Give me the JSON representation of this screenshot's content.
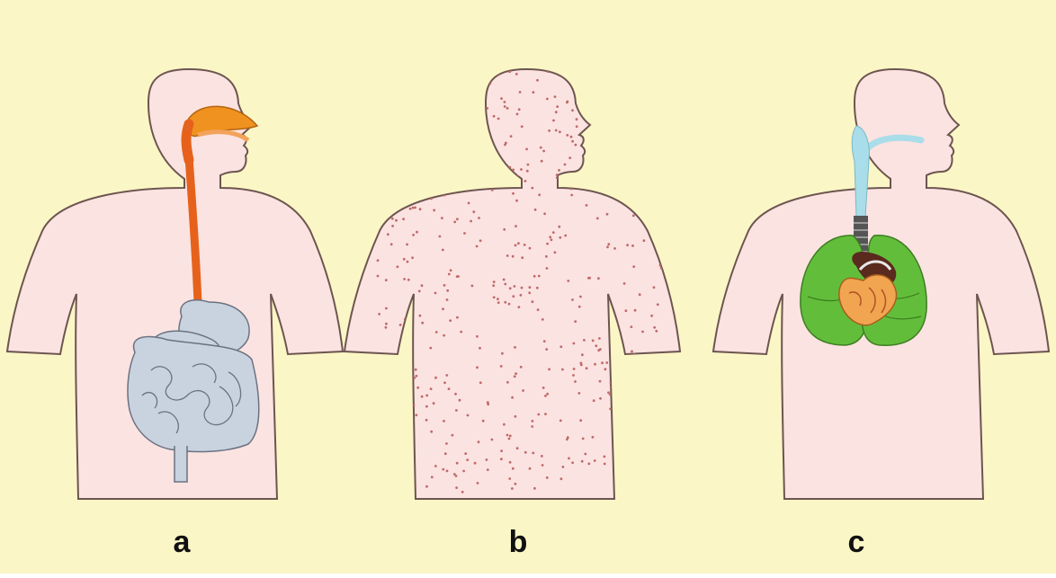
{
  "figure": {
    "colors": {
      "background": "#fbf6c6",
      "body_fill": "#fbe3e1",
      "body_outline": "#6d5550",
      "mouth_organ": "#f0921f",
      "esophagus": "#e6621c",
      "digestive_organs": "#c9d3df",
      "organ_outline": "#6b7280",
      "skin_dots": "#c06a6a",
      "airway": "#a9dde9",
      "trachea": "#555555",
      "lungs": "#62be3a",
      "heart": "#f1a550",
      "vessels": "#5a2a1e"
    },
    "panels": [
      {
        "label": "a",
        "content": "digestive-system"
      },
      {
        "label": "b",
        "content": "skin-surface"
      },
      {
        "label": "c",
        "content": "respiratory-system"
      }
    ]
  }
}
